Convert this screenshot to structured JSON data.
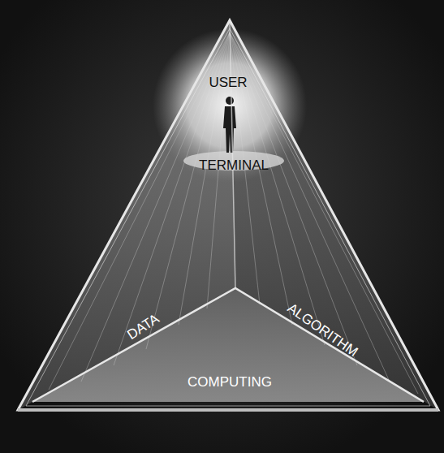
{
  "diagram": {
    "labels": [
      "USER",
      "TERMINAL",
      "DATA",
      "ALGORITHM",
      "COMPUTING"
    ]
  }
}
